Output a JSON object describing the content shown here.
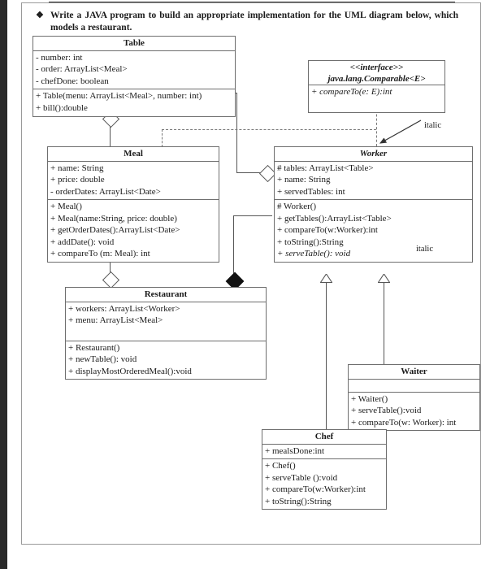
{
  "page": {
    "prompt_bullet": "❖",
    "prompt_text": "Write a JAVA program to build an appropriate implementation for the UML diagram below, which models a restaurant."
  },
  "annotations": {
    "italic_top": "italic",
    "italic_bottom": "italic"
  },
  "colors": {
    "box_border": "#6e6e6e",
    "line": "#555555",
    "text": "#1a1a1a",
    "filled_diamond": "#111111"
  },
  "classes": {
    "table": {
      "name": "Table",
      "attributes": [
        "- number: int",
        "- order: ArrayList<Meal>",
        "- chefDone: boolean"
      ],
      "methods": [
        "+ Table(menu: ArrayList<Meal>, number: int)",
        "+ bill():double"
      ]
    },
    "comparable": {
      "stereotype": "<<interface>>",
      "name": "java.lang.Comparable<E>",
      "methods": [
        "+ compareTo(e: E):int"
      ]
    },
    "meal": {
      "name": "Meal",
      "attributes": [
        "+ name: String",
        "+ price: double",
        "- orderDates: ArrayList<Date>"
      ],
      "methods": [
        "+ Meal()",
        "+ Meal(name:String, price: double)",
        "+ getOrderDates():ArrayList<Date>",
        "+ addDate(): void",
        "+ compareTo (m: Meal): int"
      ]
    },
    "worker": {
      "name": "Worker",
      "abstract": true,
      "attributes": [
        "# tables: ArrayList<Table>",
        "+ name: String",
        "+ servedTables: int"
      ],
      "methods": [
        "# Worker()",
        "+ getTables():ArrayList<Table>",
        "+ compareTo(w:Worker):int",
        "+ toString():String",
        "+ serveTable(): void"
      ],
      "abstract_methods": [
        "+ serveTable(): void"
      ]
    },
    "restaurant": {
      "name": "Restaurant",
      "attributes": [
        "+ workers: ArrayList<Worker>",
        "+ menu: ArrayList<Meal>"
      ],
      "methods": [
        "+ Restaurant()",
        "+ newTable(): void",
        "+ displayMostOrderedMeal():void"
      ]
    },
    "waiter": {
      "name": "Waiter",
      "attributes": [],
      "methods": [
        "+ Waiter()",
        "+ serveTable():void",
        "+ compareTo(w: Worker): int"
      ]
    },
    "chef": {
      "name": "Chef",
      "attributes": [
        "+ mealsDone:int"
      ],
      "methods": [
        "+ Chef()",
        "+ serveTable ():void",
        "+ compareTo(w:Worker):int",
        "+ toString():String"
      ]
    }
  },
  "relationships": [
    {
      "type": "aggregation",
      "from": "Table",
      "to": "Meal",
      "marker": "hollow-diamond"
    },
    {
      "type": "aggregation",
      "from": "Table",
      "to": "Worker",
      "marker": "hollow-diamond"
    },
    {
      "type": "aggregation",
      "from": "Meal",
      "to": "Restaurant",
      "marker": "hollow-diamond"
    },
    {
      "type": "composition",
      "from": "Worker",
      "to": "Restaurant",
      "marker": "filled-diamond"
    },
    {
      "type": "realization",
      "from": "Meal",
      "to": "java.lang.Comparable<E>",
      "marker": "dashed-hollow-triangle"
    },
    {
      "type": "realization",
      "from": "Worker",
      "to": "java.lang.Comparable<E>",
      "marker": "dashed-hollow-triangle"
    },
    {
      "type": "inheritance",
      "from": "Chef",
      "to": "Worker",
      "marker": "hollow-triangle"
    },
    {
      "type": "inheritance",
      "from": "Waiter",
      "to": "Worker",
      "marker": "hollow-triangle"
    }
  ]
}
